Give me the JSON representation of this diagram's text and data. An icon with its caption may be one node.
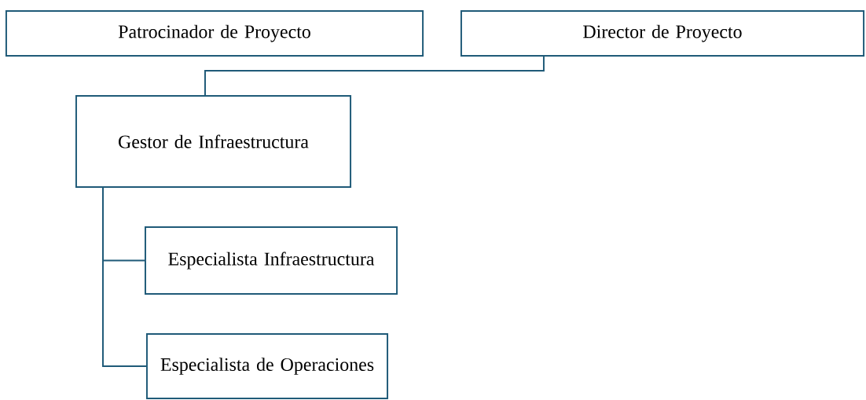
{
  "diagram": {
    "nodes": [
      {
        "text": [
          "Patrocinador de Proyecto"
        ]
      },
      {
        "text": [
          "Director de Proyecto"
        ]
      },
      {
        "text": [
          "Gestor de Infraestructura"
        ]
      },
      {
        "text": [
          "Especialista Infraestructura"
        ]
      },
      {
        "text": [
          "Especialista de Operaciones"
        ]
      }
    ],
    "edges": [
      {
        "from": 1,
        "to": 2,
        "arrow": "none"
      },
      {
        "from": 2,
        "to": 3,
        "arrow": "none"
      },
      {
        "from": 2,
        "to": 4,
        "arrow": "none"
      }
    ]
  }
}
